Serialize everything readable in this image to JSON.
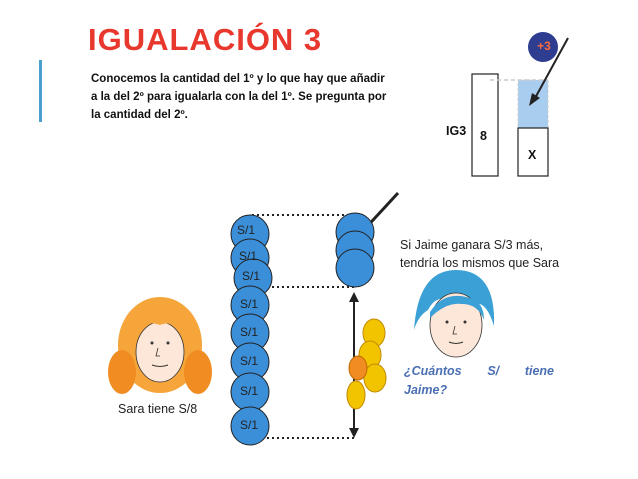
{
  "title": "IGUALACIÓN 3",
  "description": "Conocemos la cantidad del 1º  y lo que hay que añadir a la del 2º para igualarla con la del 1º. Se pregunta por la cantidad del 2º.",
  "diagram": {
    "tag": "IG3",
    "first_value": "8",
    "second_value": "X",
    "added": "+3"
  },
  "coins": {
    "label": "S/1",
    "left_count": 8,
    "right_count": 3
  },
  "statement": "Si Jaime ganara S/3 más, tendría los mismos que Sara",
  "question": "¿Cuántos S/ tiene Jaime?",
  "sara_caption": "Sara tiene S/8",
  "colors": {
    "title": "#e8372c",
    "coin": "#3b8fd9",
    "badge": "#2e3d8f",
    "highlight": "#a9cdee",
    "question": "#4a6fb3"
  }
}
